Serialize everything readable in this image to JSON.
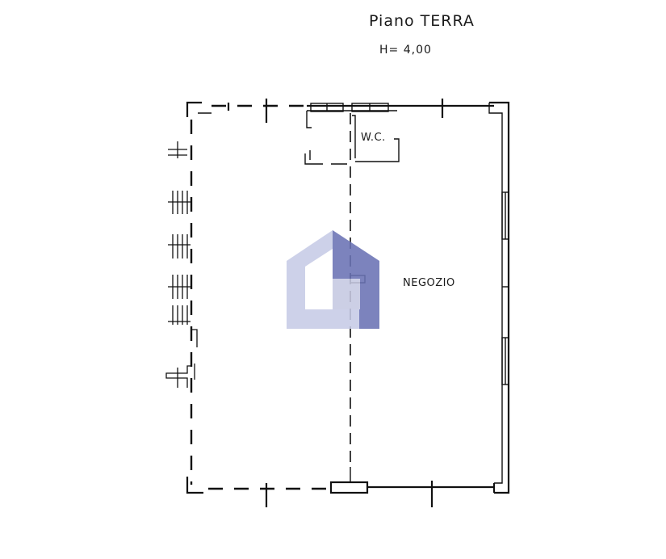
{
  "plan": {
    "floor_title": "Piano TERRA",
    "height_label": "H= 4,00",
    "rooms": [
      {
        "id": "wc",
        "label": "W.C."
      },
      {
        "id": "shop",
        "label": "NEGOZIO"
      }
    ]
  },
  "watermark": {
    "colors": {
      "light": "#c7cbe6",
      "dark": "#6a73b5",
      "blue": "#5b63ad"
    }
  }
}
